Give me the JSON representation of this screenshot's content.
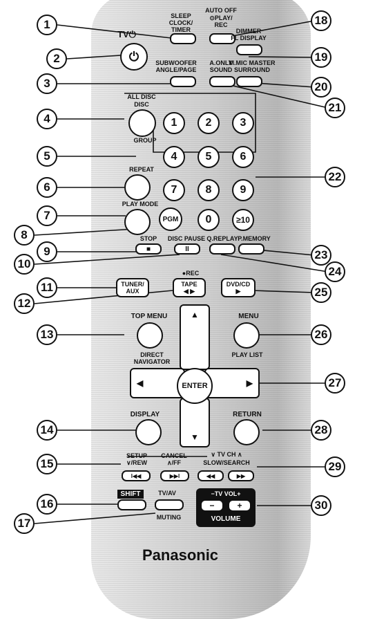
{
  "callouts": [
    "1",
    "2",
    "3",
    "4",
    "5",
    "6",
    "7",
    "8",
    "9",
    "10",
    "11",
    "12",
    "13",
    "14",
    "15",
    "16",
    "17",
    "18",
    "19",
    "20",
    "21",
    "22",
    "23",
    "24",
    "25",
    "26",
    "27",
    "28",
    "29",
    "30"
  ],
  "labels": {
    "sleep": "SLEEP",
    "clock_timer": "CLOCK/\nTIMER",
    "tv_power": "TV⏻",
    "auto_off": "AUTO OFF",
    "play_rec": "⊙PLAY/\nREC",
    "dimmer": "DIMMER",
    "fl_display": "FL DISPLAY",
    "subwoofer": "SUBWOOFER",
    "angle_page": "ANGLE/PAGE",
    "a_only": "A.ONLY",
    "sound": "SOUND",
    "mic_master": "M.MIC MASTER",
    "surround": "SURROUND",
    "all_disc": "ALL DISC",
    "disc": "DISC",
    "group": "GROUP",
    "repeat": "REPEAT",
    "play_mode": "PLAY MODE",
    "pgm": "PGM",
    "stop": "STOP",
    "disc_pause": "DISC PAUSE",
    "q_replay": "Q.REPLAY",
    "memory": "P.MEMORY",
    "tuner_aux": "TUNER/\nAUX",
    "rec": "●REC",
    "tape": "TAPE",
    "dvd_cd": "DVD/CD",
    "top_menu": "TOP MENU",
    "direct_navigator": "DIRECT\nNAVIGATOR",
    "menu": "MENU",
    "play_list": "PLAY LIST",
    "enter": "ENTER",
    "display": "DISPLAY",
    "return": "RETURN",
    "setup_rew": "SETUP\n∨/REW",
    "cancel_ff": "CANCEL\n∧/FF",
    "tv_ch": "∨ TV CH ∧",
    "slow_search": "SLOW/SEARCH",
    "shift": "SHIFT",
    "tv_av": "TV/AV",
    "muting": "MUTING",
    "tv_vol": "−TV VOL+",
    "volume": "VOLUME",
    "brand": "Panasonic"
  },
  "numbers": [
    "1",
    "2",
    "3",
    "4",
    "5",
    "6",
    "7",
    "8",
    "9",
    "0",
    "≥10"
  ],
  "symbols": {
    "power": "⏻",
    "stop": "■",
    "pause": "II",
    "tape_play": "◀ ▶",
    "play": "▶",
    "up": "▲",
    "down": "▼",
    "left": "◀",
    "right": "▶",
    "skip_back": "I◀◀",
    "skip_fwd": "▶▶I",
    "rew": "◀◀",
    "ff": "▶▶",
    "minus": "−",
    "plus": "+"
  }
}
